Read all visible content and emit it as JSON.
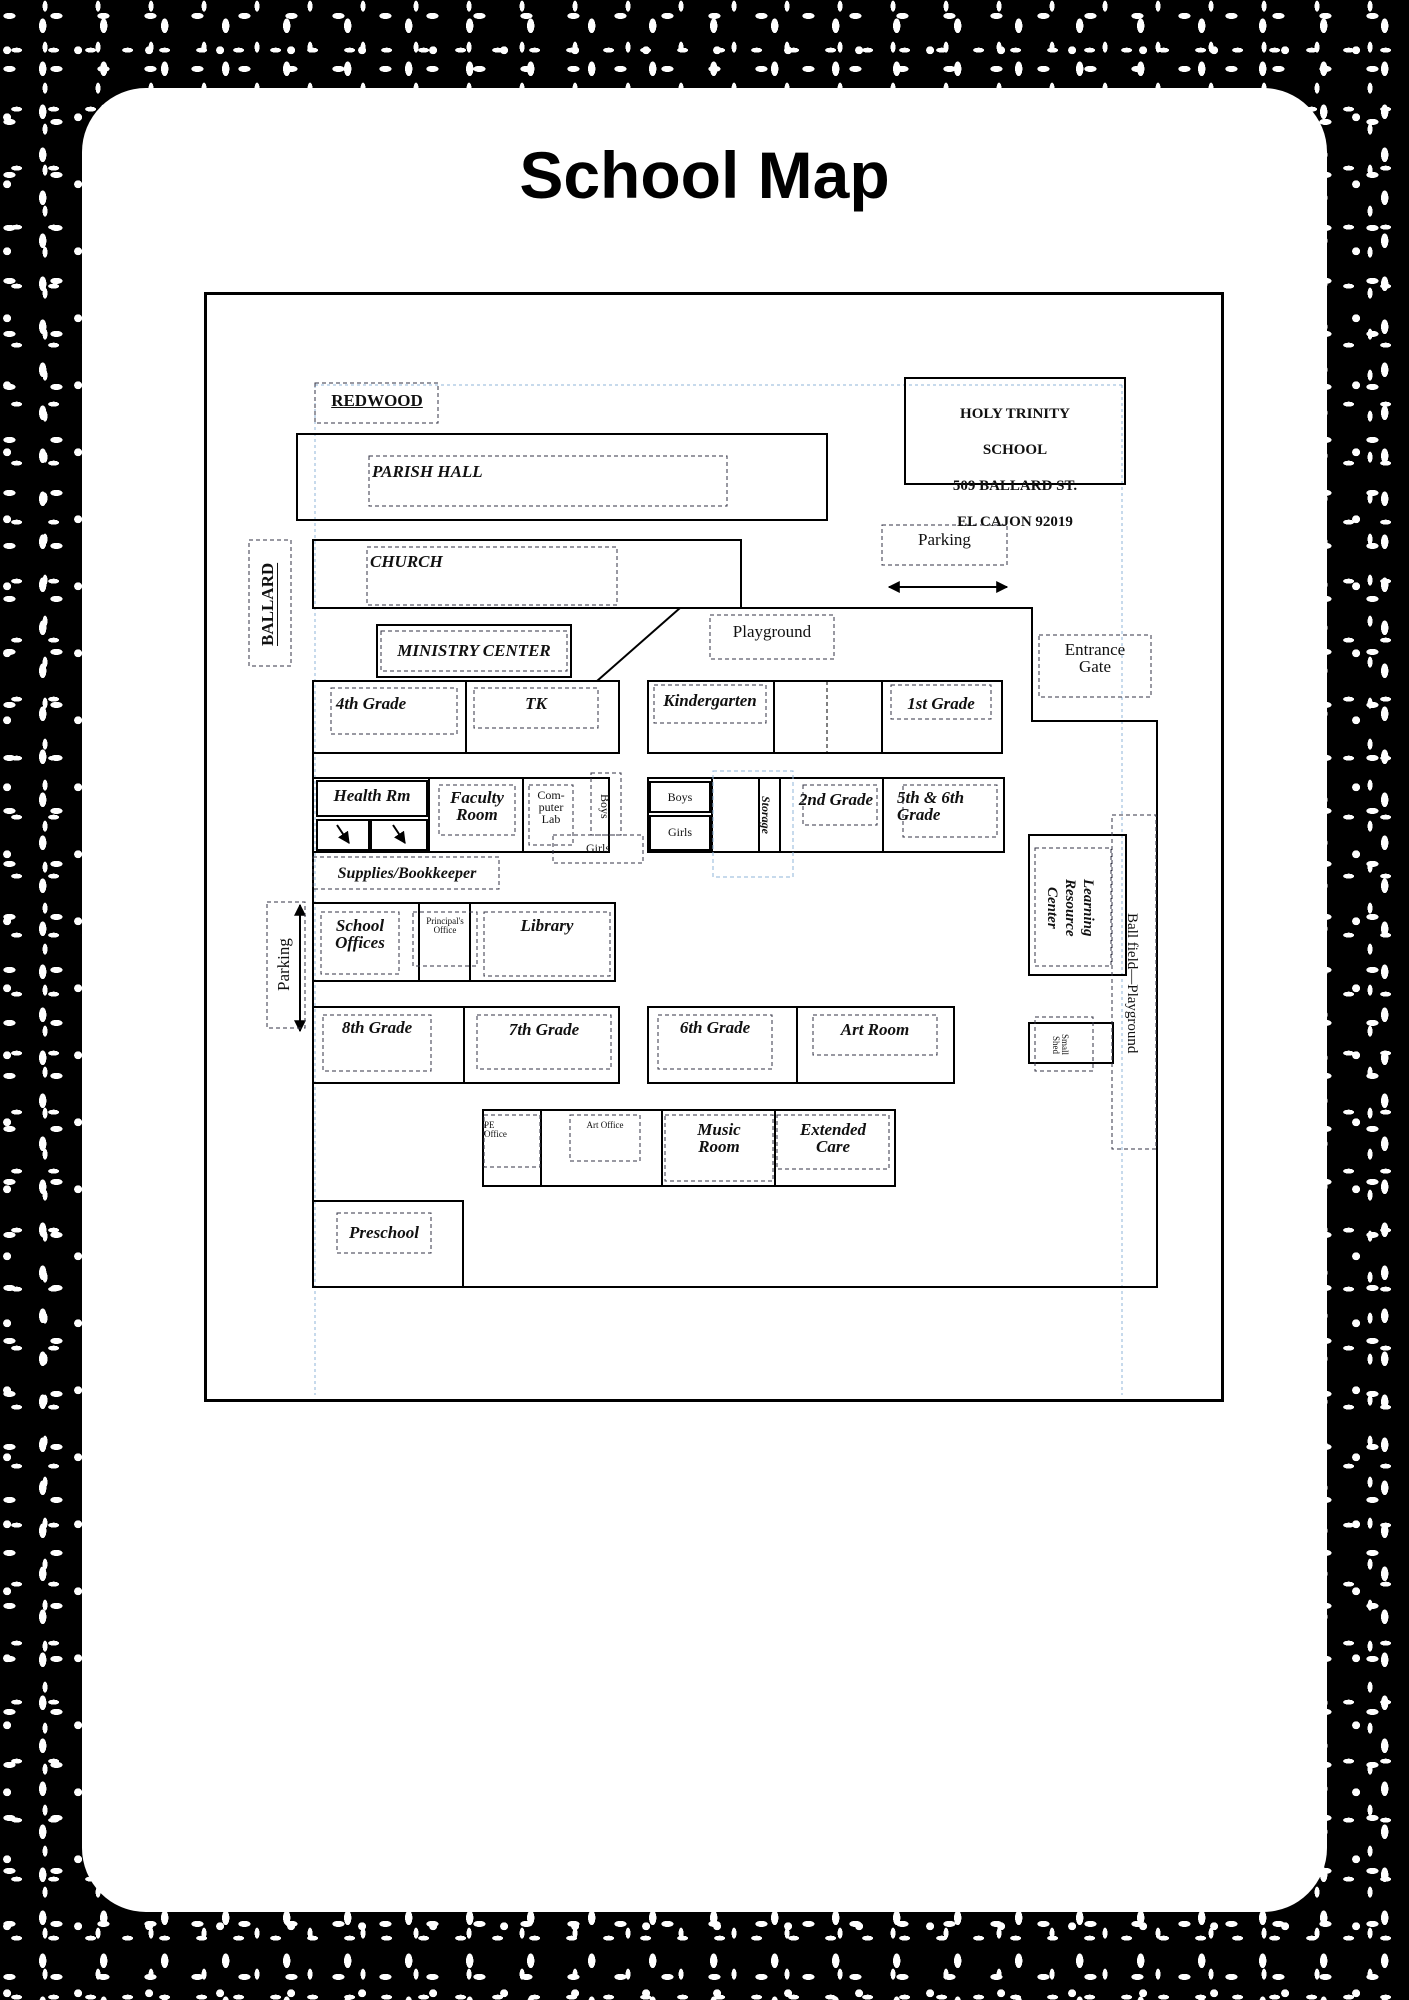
{
  "page": {
    "title": "School Map"
  },
  "map": {
    "school_info": {
      "name_line1": "HOLY TRINITY",
      "name_line2": "SCHOOL",
      "address_line1": "509 BALLARD ST.",
      "address_line2": "EL CAJON  92019"
    },
    "streets": {
      "redwood": "REDWOOD",
      "ballard": "BALLARD"
    },
    "areas": {
      "parking_top": "Parking",
      "parking_left": "Parking",
      "playground": "Playground",
      "entrance_gate": "Entrance\nGate",
      "ball_field": "Ball field—Playground"
    },
    "buildings": {
      "parish_hall": "PARISH HALL",
      "church": "CHURCH",
      "ministry_center": "MINISTRY CENTER",
      "fourth_grade": "4th Grade",
      "tk": "TK",
      "kindergarten": "Kindergarten",
      "first_grade": "1st Grade",
      "health_room": "Health Rm",
      "faculty_room": "Faculty\nRoom",
      "computer_lab": "Com-\nputer\nLab",
      "boys_vertical": "Boys",
      "girls": "Girls",
      "boys": "Boys",
      "girls_small": "Girls",
      "storage": "Storage",
      "second_grade": "2nd Grade",
      "fifth_sixth_grade": "5th & 6th\nGrade",
      "supplies_bookkeeper": "Supplies/Bookkeeper",
      "school_offices": "School\nOffices",
      "principal_office": "Principal's\nOffice",
      "library": "Library",
      "learning_resource_center": "Learning\nResource\nCenter",
      "eighth_grade": "8th Grade",
      "seventh_grade": "7th Grade",
      "sixth_grade": "6th Grade",
      "art_room": "Art Room",
      "small_shed": "Small\nShed",
      "pe_office": "PE\nOffice",
      "art_office": "Art Office",
      "music_room": "Music\nRoom",
      "extended_care": "Extended\nCare",
      "preschool": "Preschool"
    }
  }
}
